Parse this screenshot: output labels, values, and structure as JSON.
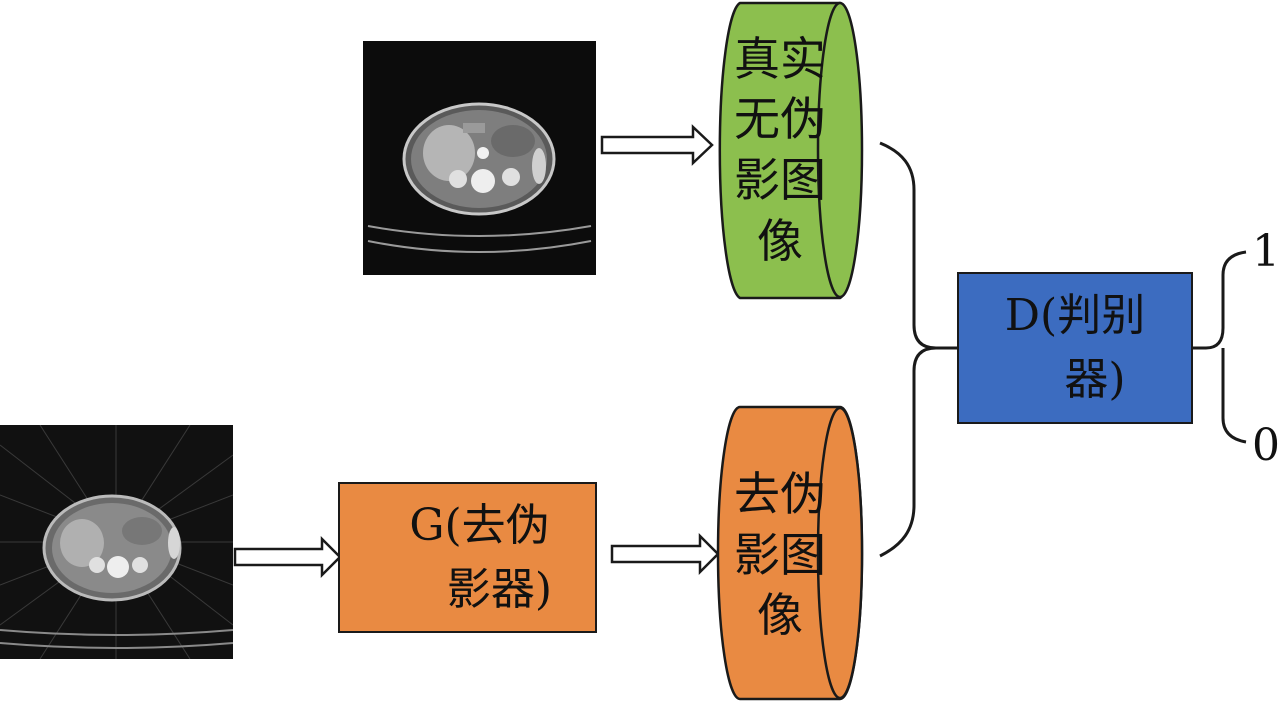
{
  "images": {
    "real_ct": "real-artifact-free-ct-slice",
    "artifact_ct": "artifact-ct-slice"
  },
  "nodes": {
    "generator": {
      "line1": "G(去伪",
      "line2": "影器)",
      "color": "#e98a42"
    },
    "discriminator": {
      "line1": "D(判别",
      "line2": "器)",
      "color": "#3c6cc0"
    },
    "real_store": {
      "line1": "真实",
      "line2": "无伪",
      "line3": "影图",
      "line4": "像",
      "color": "#8cbf4e"
    },
    "fake_store": {
      "line1": "去伪",
      "line2": "影图",
      "line3": "像",
      "color": "#e98a42"
    }
  },
  "outputs": {
    "real": "1",
    "fake": "0"
  }
}
